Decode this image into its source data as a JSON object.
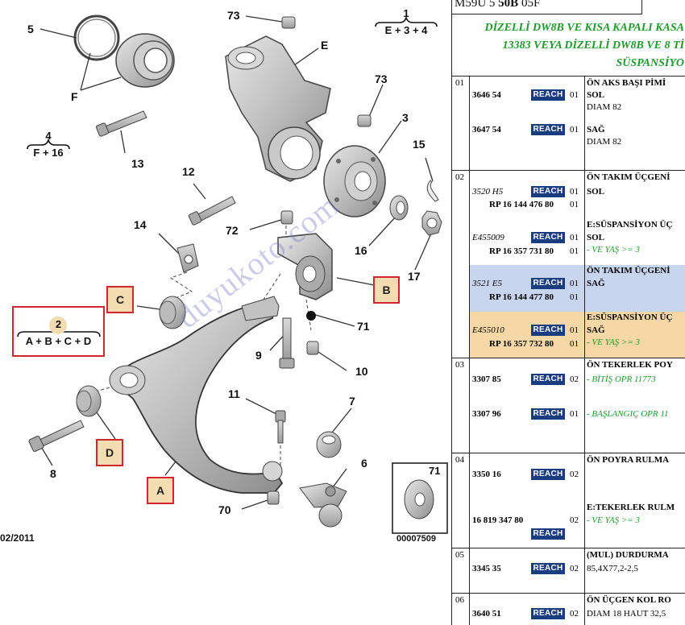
{
  "diagram": {
    "callouts": {
      "n73a": "73",
      "n5": "5",
      "nE": "E",
      "n73b": "73",
      "n3": "3",
      "nF": "F",
      "n13": "13",
      "n12": "12",
      "n15": "15",
      "n16": "16",
      "n72": "72",
      "n14": "14",
      "n17": "17",
      "n71a": "71",
      "n9": "9",
      "n10": "10",
      "n11": "11",
      "n7": "7",
      "n8": "8",
      "n6": "6",
      "n70": "70"
    },
    "group1": {
      "num": "1",
      "formula": "E + 3 + 4"
    },
    "group4": {
      "num": "4",
      "formula": "F + 16"
    },
    "group2": {
      "num": "2",
      "formula": "A + B + C + D"
    },
    "boxes": {
      "A": "A",
      "B": "B",
      "C": "C",
      "D": "D"
    },
    "inset": {
      "num": "71",
      "code": "00007509"
    },
    "date": "02/2011",
    "watermark": "duyukoto.com"
  },
  "table": {
    "header_code_pre": "M59U 5 ",
    "header_code_bold": "50B",
    "header_code_post": " 05F",
    "note_line1": "DİZELLİ DW8B VE KISA KAPALI KASA",
    "note_line2": "13383 VEYA DİZELLİ DW8B VE 8 Tİ",
    "note_line3": "SÜSPANSİYO",
    "reach_label": "REACH",
    "rows": {
      "r01": {
        "idx": "01",
        "title": "ÖN AKS BAŞI PİMİ",
        "e1": {
          "pn": "3646 54",
          "qty": "01",
          "side": "SOL",
          "spec": "DIAM 82"
        },
        "e2": {
          "pn": "3647 54",
          "qty": "01",
          "side": "SAĞ",
          "spec": "DIAM 82"
        }
      },
      "r02": {
        "idx": "02",
        "title": "ÖN TAKIM ÜÇGENİ",
        "e1": {
          "pn": "3520 H5",
          "rp": "RP 16 144 476 80",
          "qty1": "01",
          "qty2": "01",
          "side": "SOL"
        },
        "e2": {
          "pn": "E455009",
          "rp": "RP 16 357 731 80",
          "qty1": "01",
          "qty2": "01",
          "title": "E:SÜSPANSİYON ÜÇ",
          "side": "SOL",
          "cond": "- VE YAŞ >= 3"
        },
        "e3": {
          "pn": "3521 E5",
          "rp": "RP 16 144 477 80",
          "qty1": "01",
          "qty2": "01",
          "title": "ÖN TAKIM ÜÇGENİ",
          "side": "SAĞ"
        },
        "e4": {
          "pn": "E455010",
          "rp": "RP 16 357 732 80",
          "qty1": "01",
          "qty2": "01",
          "title": "E:SÜSPANSİYON ÜÇ",
          "side": "SAĞ",
          "cond": "- VE YAŞ >= 3"
        }
      },
      "r03": {
        "idx": "03",
        "title": "ÖN TEKERLEK POY",
        "e1": {
          "pn": "3307 85",
          "qty": "02",
          "cond": "- BİTİŞ OPR 11773"
        },
        "e2": {
          "pn": "3307 96",
          "qty": "01",
          "cond": "- BAŞLANGIÇ OPR 11"
        }
      },
      "r04": {
        "idx": "04",
        "title": "ÖN POYRA RULMA",
        "e1": {
          "pn": "3350 16",
          "qty": "02"
        },
        "e2": {
          "pn": "16 819 347 80",
          "qty": "02",
          "title": "E:TEKERLEK RULM",
          "cond": "- VE YAŞ >= 3"
        }
      },
      "r05": {
        "idx": "05",
        "title": "(MUL) DURDURMA",
        "e1": {
          "pn": "3345 35",
          "qty": "02",
          "spec": "85,4X77,2-2,5"
        }
      },
      "r06": {
        "idx": "06",
        "title": "ÖN ÜÇGEN KOL RO",
        "e1": {
          "pn": "3640 51",
          "qty": "02",
          "spec": "DIAM 18 HAUT 32,5"
        }
      }
    }
  }
}
